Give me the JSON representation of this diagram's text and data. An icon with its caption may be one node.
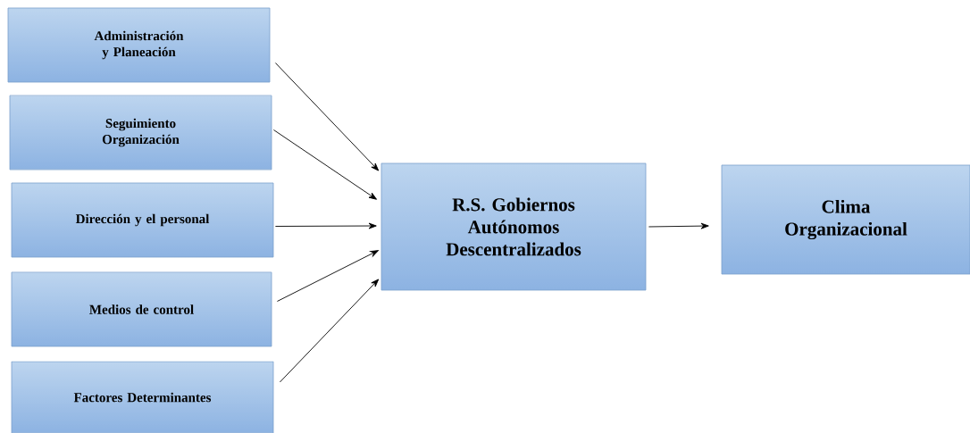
{
  "diagram": {
    "nodes": [
      {
        "text": [
          "Administración y Planeación"
        ]
      },
      {
        "text": [
          "Seguimiento Organización"
        ]
      },
      {
        "text": [
          "Dirección y el personal"
        ]
      },
      {
        "text": [
          "Medios de control"
        ]
      },
      {
        "text": [
          "Factores Determinantes"
        ]
      },
      {
        "text": [
          "R.S. Gobiernos Autónomos Descentralizados"
        ]
      },
      {
        "text": [
          "Clima Organizacional"
        ]
      }
    ],
    "edges": [
      {
        "from": 0,
        "to": 5,
        "arrow": "to"
      },
      {
        "from": 1,
        "to": 5,
        "arrow": "to"
      },
      {
        "from": 2,
        "to": 5,
        "arrow": "to"
      },
      {
        "from": 3,
        "to": 5,
        "arrow": "to"
      },
      {
        "from": 4,
        "to": 5,
        "arrow": "to"
      },
      {
        "from": 5,
        "to": 6,
        "arrow": "to"
      }
    ]
  }
}
